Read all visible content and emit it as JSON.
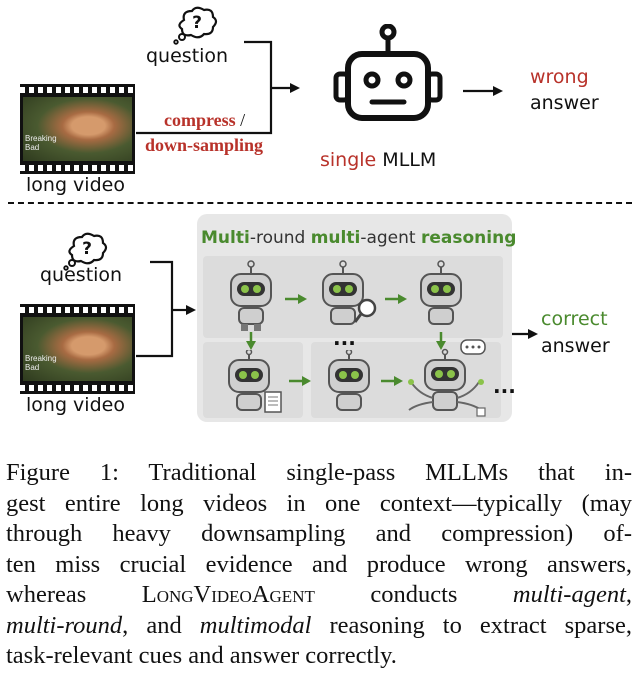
{
  "top": {
    "question_label": "question",
    "long_video_label": "long video",
    "compress_label_1": "compress",
    "compress_slash": " /",
    "compress_label_2": "down-sampling",
    "model_label_colored": "single",
    "model_label_plain": "MLLM",
    "result_colored": "wrong",
    "result_plain": "answer",
    "thumbnail_text": "Breaking Bad"
  },
  "bottom": {
    "question_label": "question",
    "long_video_label": "long video",
    "panel_title": {
      "p1": "Multi",
      "p2": "-round ",
      "p3": "multi",
      "p4": "-agent ",
      "p5": "reasoning"
    },
    "result_colored": "correct",
    "result_plain": "answer",
    "ellipsis_mid": "...",
    "ellipsis_end": "...",
    "thumbnail_text": "Breaking Bad"
  },
  "caption": {
    "l1": "Figure 1:  Traditional single-pass MLLMs that in-",
    "l2": "gest entire long videos in one context—typically (may",
    "l3": "through heavy downsampling and compression) of-",
    "l4": "ten miss crucial evidence and produce wrong answers,",
    "l5a": "whereas ",
    "l5b": "LongVideoAgent",
    "l5c": " conducts ",
    "l5d": "multi-agent",
    "l5e": ",",
    "l6a": "multi-round",
    "l6b": ", and ",
    "l6c": "multimodal",
    "l6d": " reasoning to extract sparse,",
    "l7": "task-relevant cues and answer correctly."
  },
  "colors": {
    "accent_red": "#b8322a",
    "accent_green": "#4a8a2e",
    "panel_bg": "#e7e7e7",
    "robot_eye": "#8bc34a"
  }
}
